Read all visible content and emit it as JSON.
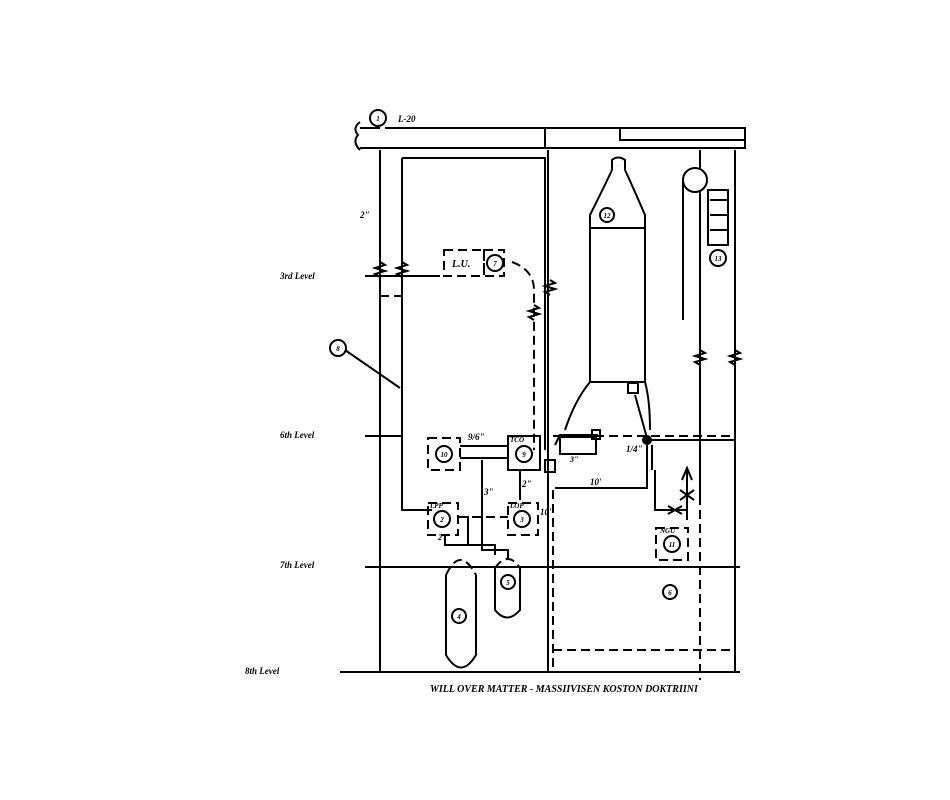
{
  "diagram": {
    "line_label": "L-20",
    "pipe_sizes": {
      "top_left": "2\"",
      "tco_line": "9/6\"",
      "v3": "3\"",
      "v2": "2\"",
      "ten1": "10'",
      "ten2": "10'",
      "lpp_below": "2\"",
      "quarter": "1/4\"",
      "valve": "3\""
    },
    "levels": [
      "3rd Level",
      "6th Level",
      "7th Level",
      "8th Level"
    ],
    "units": {
      "lu": "L.U.",
      "tco": "TCO",
      "lpp": "LPP",
      "lop": "LOP",
      "ngu": "NGU"
    },
    "numbers": {
      "n1": "1",
      "n2": "2",
      "n3": "3",
      "n4": "4",
      "n5": "5",
      "n6": "6",
      "n7": "7",
      "n8": "8",
      "n9": "9",
      "n10": "10",
      "n11": "11",
      "n12": "12",
      "n13": "13"
    },
    "caption": "WILL OVER MATTER - MASSIIVISEN KOSTON DOKTRIINI"
  }
}
